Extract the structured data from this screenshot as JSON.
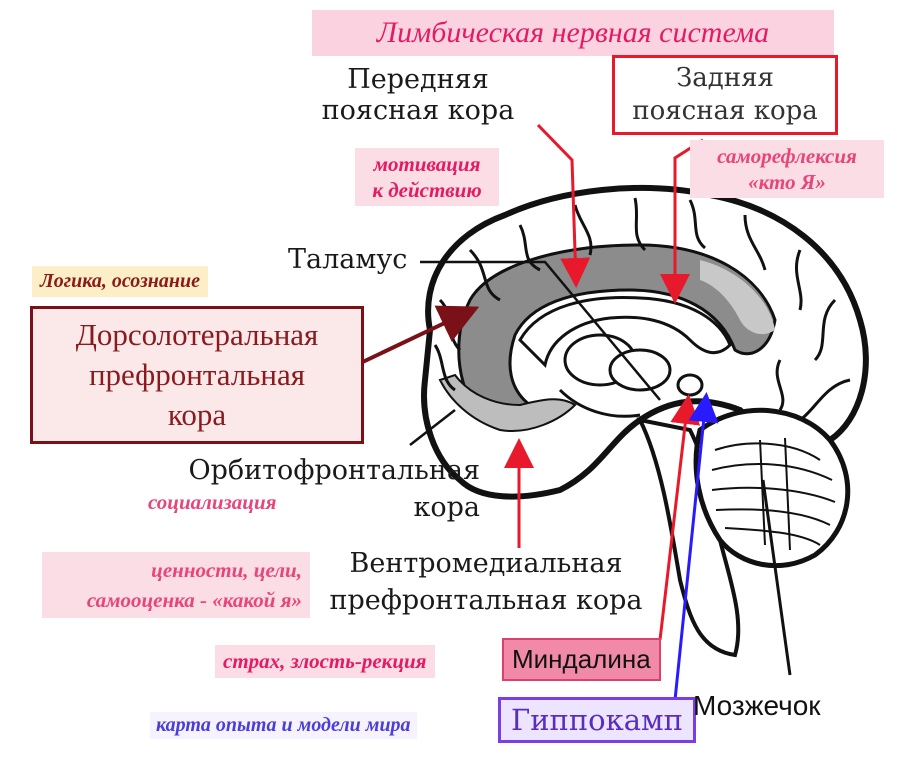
{
  "title": "Лимбическая нервная система",
  "labels": {
    "anterior_cingulate": [
      "Передняя",
      "поясная кора"
    ],
    "posterior_cingulate": [
      "Задняя",
      "поясная кора"
    ],
    "thalamus": "Таламус",
    "orbitofrontal": [
      "Орбитофронтальная",
      "кора"
    ],
    "ventromedial": [
      "Вентромедиальная",
      "префронтальная кора"
    ],
    "dlpfc": [
      "Дорсолотеральная",
      "префронтальная",
      "кора"
    ],
    "amygdala": "Миндалина",
    "hippocampus": "Гиппокамп",
    "cerebellum": "Мозжечок"
  },
  "notes": {
    "motivation": [
      "мотивация",
      "к действию"
    ],
    "self_reflection": [
      "саморефлексия",
      "«кто Я»"
    ],
    "logic": "Логика, осознание",
    "socialization": "социализация",
    "values": [
      "ценности, цели,",
      "самооценка - «какой я»"
    ],
    "fear": "страх, злость-рекция",
    "experience_map": "карта опыта и модели мира"
  },
  "colors": {
    "title_bg": "#fbd3e0",
    "title_text": "#e61a62",
    "note_pink": "#e8457a",
    "arrow_red": "#e8192b",
    "arrow_dark_red": "#7a1018",
    "arrow_blue": "#2a1bff",
    "hippocampus_border": "#7a3de8",
    "amygdala_bg": "#f08aa8",
    "cingulate_gray": "#8c8c8c"
  }
}
